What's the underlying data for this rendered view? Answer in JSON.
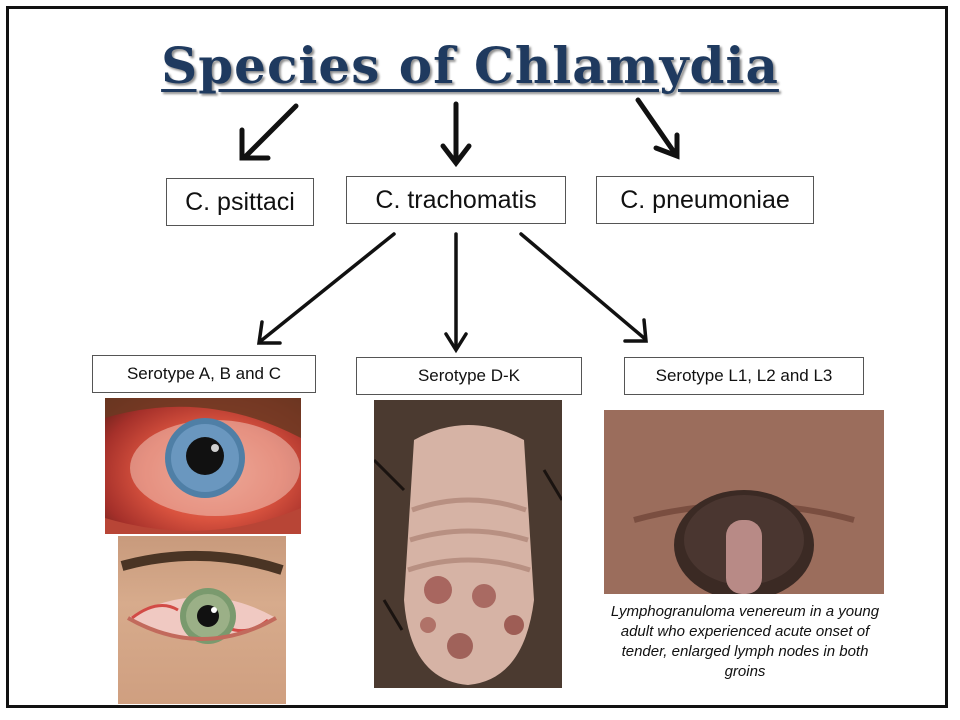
{
  "title": "Species of Chlamydia",
  "species": [
    {
      "label": "C. psittaci"
    },
    {
      "label": "C. trachomatis"
    },
    {
      "label": "C. pneumoniae"
    }
  ],
  "serotypes": [
    {
      "label": "Serotype A, B and C"
    },
    {
      "label": "Serotype D-K"
    },
    {
      "label": "Serotype L1, L2 and L3"
    }
  ],
  "caption": "Lymphogranuloma venereum in a young adult who experienced acute onset of tender, enlarged lymph nodes in both groins",
  "colors": {
    "title": "#1f3a5f",
    "arrow": "#111111",
    "border": "#111111"
  }
}
